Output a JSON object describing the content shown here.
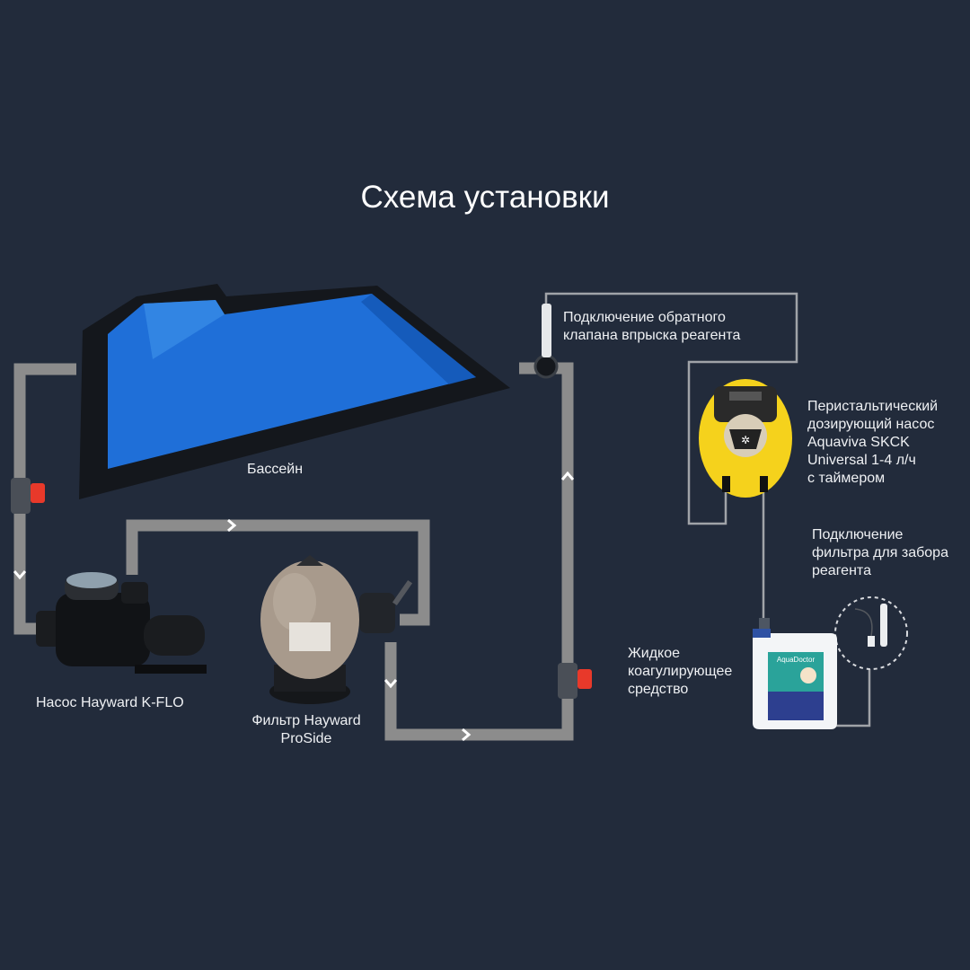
{
  "title": "Схема установки",
  "labels": {
    "pool": "Бассейн",
    "pump": "Насос Hayward K-FLO",
    "filter": [
      "Фильтр Hayward",
      "ProSide"
    ],
    "check_valve": [
      "Подключение  обратного",
      "клапана впрыска реагента"
    ],
    "dosing_pump": [
      "Перистальтический",
      "дозирующий насос",
      "Aquaviva SKCK",
      "Universal 1-4 л/ч",
      "с таймером"
    ],
    "intake_filter": [
      "Подключение",
      "фильтра для  забора",
      "реагента"
    ],
    "coagulant": [
      "Жидкое",
      "коагулирующее",
      "средство"
    ]
  },
  "product_brand": "AquaDoctor",
  "colors": {
    "background": "#222b3b",
    "pipe": "#8c8c8c",
    "pool_water": "#1f6fd8",
    "dosing_pump": "#f5d21c",
    "valve_handle": "#e8392a"
  }
}
